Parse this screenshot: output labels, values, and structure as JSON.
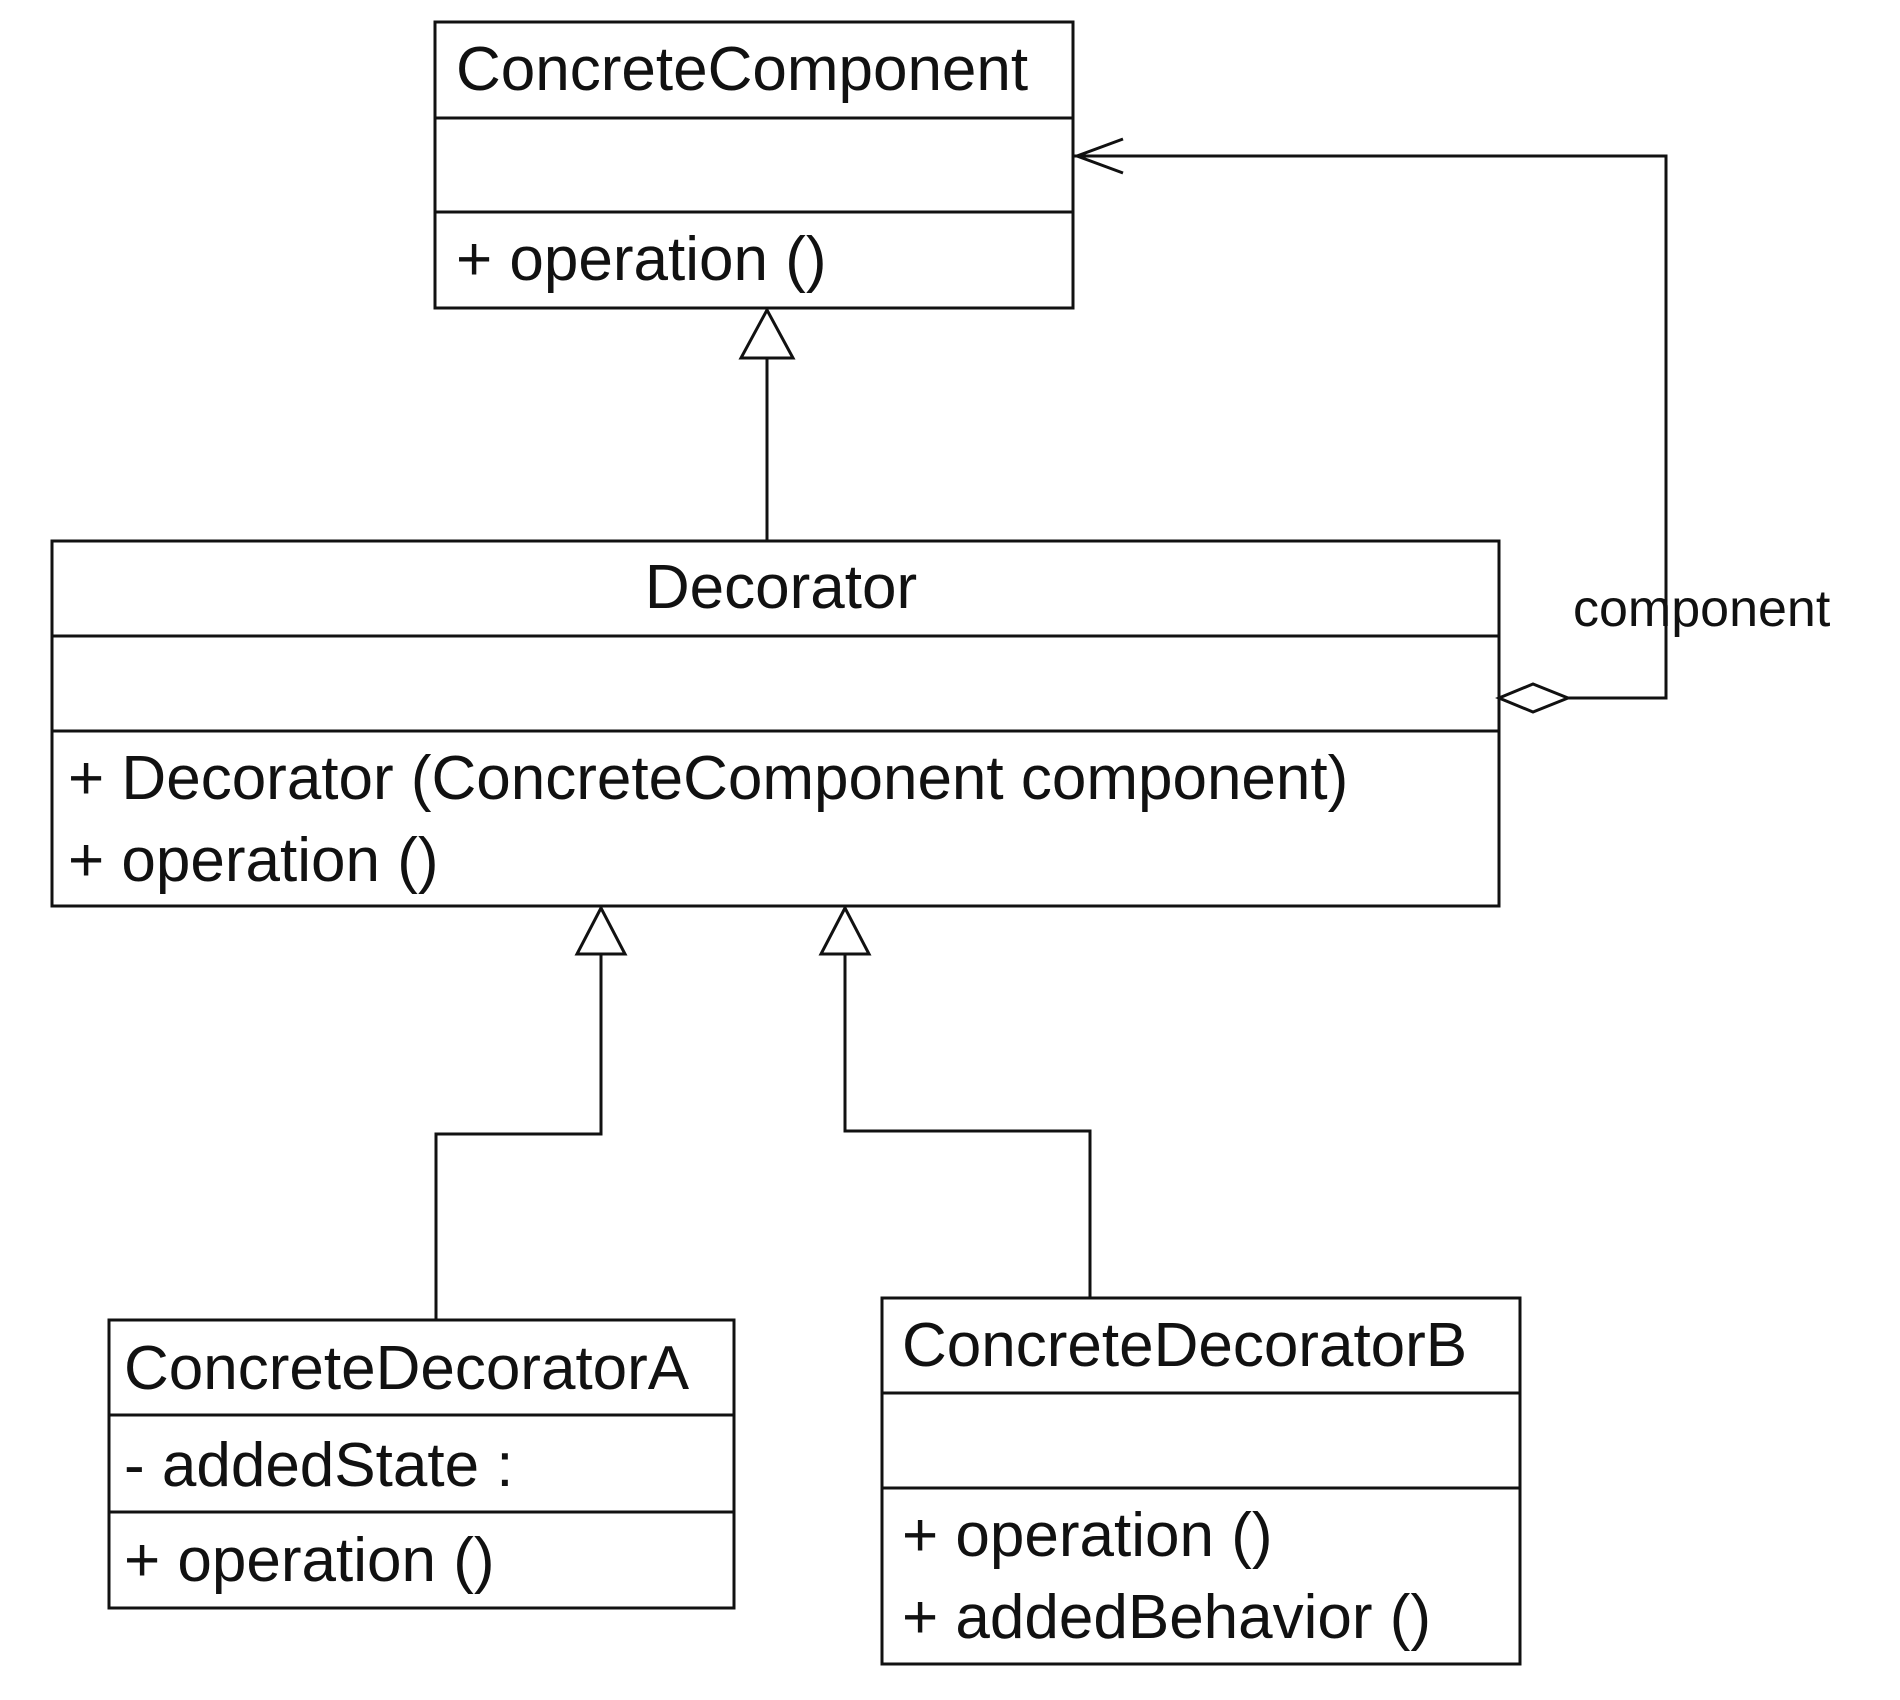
{
  "classes": {
    "concrete_component": {
      "name": "ConcreteComponent",
      "attributes": [],
      "operations": [
        "+  operation ()"
      ]
    },
    "decorator": {
      "name": "Decorator",
      "attributes": [],
      "operations": [
        "+  Decorator (ConcreteComponent component)",
        "+  operation ()"
      ]
    },
    "concrete_decorator_a": {
      "name": "ConcreteDecoratorA",
      "attributes": [
        "-  addedState :"
      ],
      "operations": [
        "+  operation ()"
      ]
    },
    "concrete_decorator_b": {
      "name": "ConcreteDecoratorB",
      "attributes": [],
      "operations": [
        "+  operation ()",
        "+  addedBehavior ()"
      ]
    }
  },
  "relations": {
    "association_role": "component"
  }
}
